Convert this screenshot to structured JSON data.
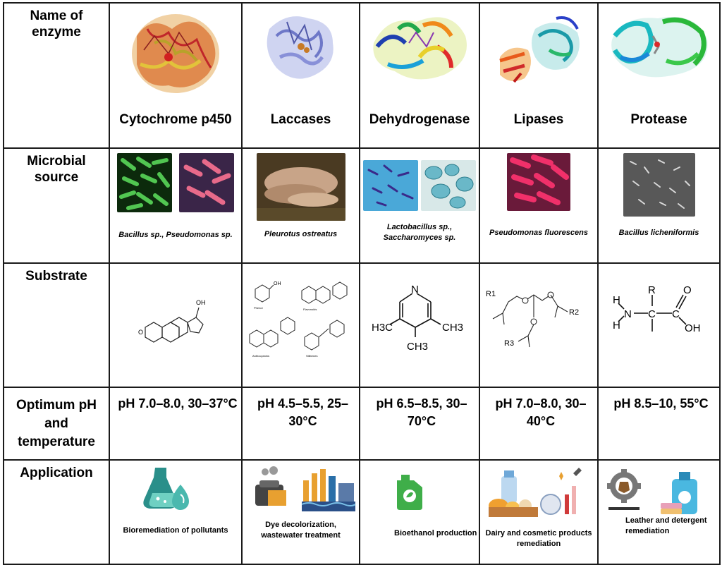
{
  "row_headers": {
    "name": "Name of enzyme",
    "source": "Microbial source",
    "substrate": "Substrate",
    "optimum": "Optimum pH and temperature",
    "application": "Application"
  },
  "enzymes": [
    {
      "name": "Cytochrome p450",
      "source": "Bacillus sp., Pseudomonas sp.",
      "optimum": "pH 7.0–8.0, 30–37°C",
      "application": "Bioremediation of pollutants"
    },
    {
      "name": "Laccases",
      "source": "Pleurotus ostreatus",
      "optimum": "pH 4.5–5.5, 25–30°C",
      "application": "Dye decolorization, wastewater treatment"
    },
    {
      "name": "Dehydrogenase",
      "source": "Lactobacillus sp., Saccharomyces sp.",
      "optimum": "pH 6.5–8.5, 30–70°C",
      "application": "Bioethanol production"
    },
    {
      "name": "Lipases",
      "source": "Pseudomonas fluorescens",
      "optimum": "pH 7.0–8.0, 30–40°C",
      "application": "Dairy and cosmetic products remediation"
    },
    {
      "name": "Protease",
      "source": "Bacillus licheniformis",
      "optimum": "pH 8.5–10, 55°C",
      "application": "Leather and detergent remediation"
    }
  ],
  "substrate_labels": {
    "laccase": [
      "Phenol",
      "Flavonoids",
      "Anthocyanins",
      "Stilbenes"
    ],
    "dehydrogenase": [
      "N",
      "H3C",
      "CH3",
      "CH3"
    ],
    "lipase": [
      "R1",
      "R2",
      "R3"
    ],
    "protease": [
      "H",
      "N",
      "R",
      "C",
      "C",
      "O",
      "OH",
      "H"
    ],
    "cyp": [
      "OH"
    ]
  },
  "colors": {
    "border": "#1a1a1a",
    "teal": "#2a8f8a",
    "green": "#3fae49"
  }
}
